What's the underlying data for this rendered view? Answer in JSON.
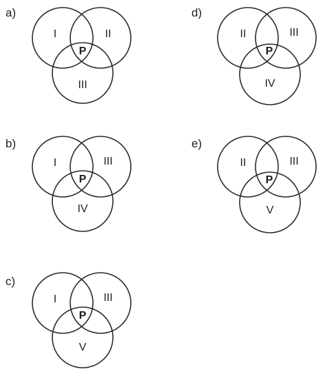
{
  "panels": [
    {
      "letter": "a)",
      "top_left": "I",
      "top_right": "II",
      "bottom": "III",
      "center": "P"
    },
    {
      "letter": "b)",
      "top_left": "I",
      "top_right": "III",
      "bottom": "IV",
      "center": "P"
    },
    {
      "letter": "c)",
      "top_left": "I",
      "top_right": "III",
      "bottom": "V",
      "center": "P"
    },
    {
      "letter": "d)",
      "top_left": "II",
      "top_right": "III",
      "bottom": "IV",
      "center": "P"
    },
    {
      "letter": "e)",
      "top_left": "II",
      "top_right": "III",
      "bottom": "V",
      "center": "P"
    }
  ]
}
